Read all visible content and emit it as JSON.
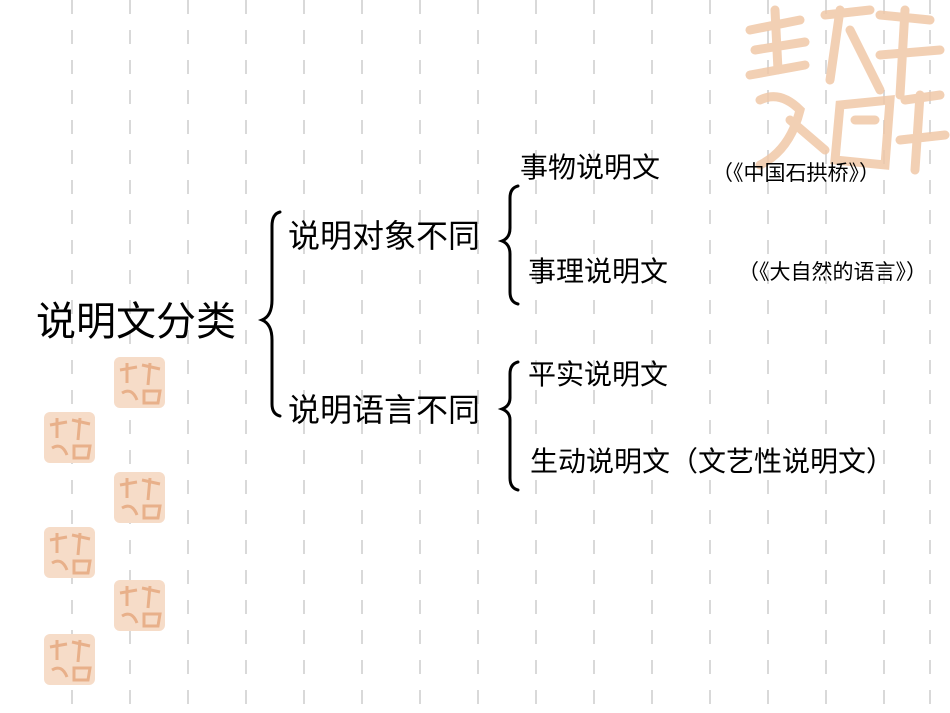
{
  "root": "说明文分类",
  "branches": [
    {
      "label": "说明对象不同",
      "children": [
        {
          "label": "事物说明文",
          "note": "（《中国石拱桥》）"
        },
        {
          "label": "事理说明文",
          "note": "（《大自然的语言》）"
        }
      ]
    },
    {
      "label": "说明语言不同",
      "children": [
        {
          "label": "平实说明文",
          "note": ""
        },
        {
          "label": "生动说明文（文艺性说明文）",
          "note": ""
        }
      ]
    }
  ],
  "colors": {
    "seal": "#f0c8a8",
    "seal_dark": "#e8b08a",
    "dash": "#d9d9d9",
    "bracket": "#000000"
  }
}
